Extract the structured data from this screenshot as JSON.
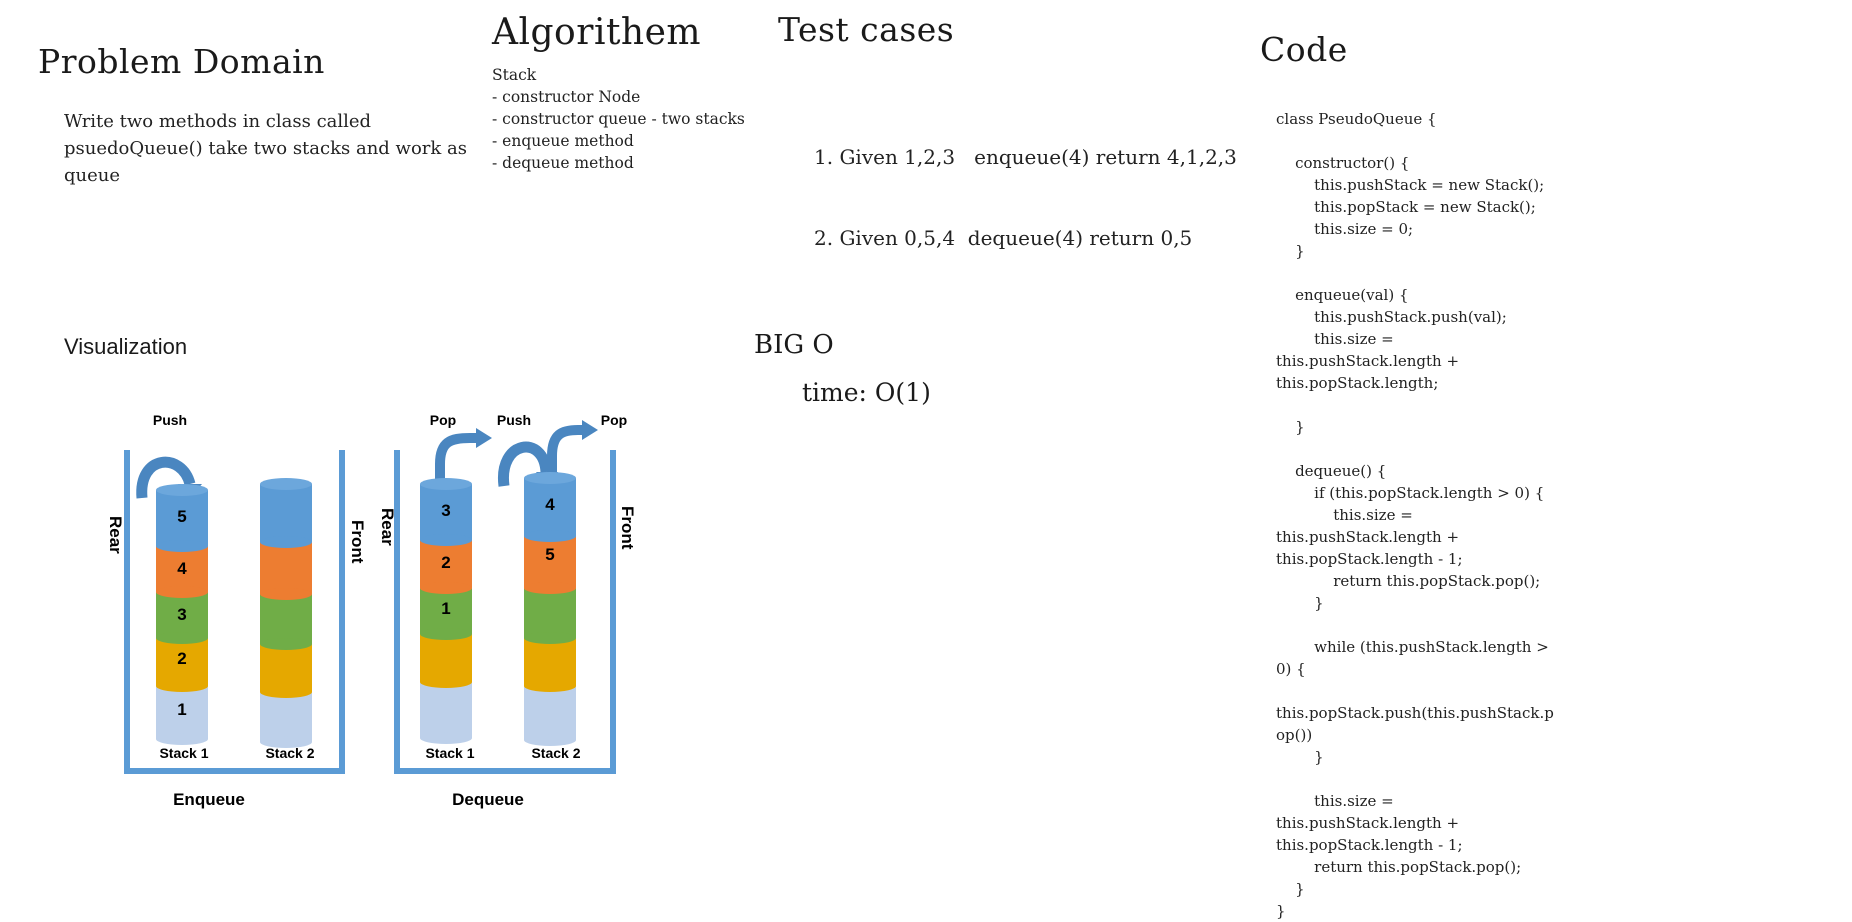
{
  "problem": {
    "title": "Problem Domain",
    "lines": [
      "Write two methods in class called",
      "psuedoQueue() take two stacks and work as",
      "queue"
    ]
  },
  "algorithm": {
    "title": "Algorithem",
    "lines": [
      "Stack",
      "- constructor Node",
      "- constructor queue - two stacks",
      "- enqueue method",
      "- dequeue method"
    ]
  },
  "tests": {
    "title": "Test cases",
    "lines": [
      "1. Given 1,2,3   enqueue(4) return 4,1,2,3",
      "2. Given 0,5,4  dequeue(4) return 0,5"
    ]
  },
  "bigo": {
    "title": "BIG O",
    "time": "time: O(1)"
  },
  "code": {
    "title": "Code",
    "lines": [
      "class PseudoQueue {",
      "",
      "    constructor() {",
      "        this.pushStack = new Stack();",
      "        this.popStack = new Stack();",
      "        this.size = 0;",
      "    }",
      "",
      "    enqueue(val) {",
      "        this.pushStack.push(val);",
      "        this.size =",
      "this.pushStack.length +",
      "this.popStack.length;",
      "",
      "    }",
      "",
      "    dequeue() {",
      "        if (this.popStack.length > 0) {",
      "            this.size =",
      "this.pushStack.length +",
      "this.popStack.length - 1;",
      "            return this.popStack.pop();",
      "        }",
      "",
      "        while (this.pushStack.length >",
      "0) {",
      "",
      "this.popStack.push(this.pushStack.p",
      "op())",
      "        }",
      "",
      "        this.size =",
      "this.pushStack.length +",
      "this.popStack.length - 1;",
      "        return this.popStack.pop();",
      "    }",
      "}"
    ]
  },
  "visualization": {
    "title": "Visualization",
    "enqueue": {
      "caption": "Enqueue",
      "rear": "Rear",
      "front": "Front",
      "push": "Push",
      "stack1": {
        "label": "Stack 1",
        "nums": [
          "5",
          "4",
          "3",
          "2",
          "1"
        ]
      },
      "stack2": {
        "label": "Stack 2"
      }
    },
    "dequeue": {
      "caption": "Dequeue",
      "rear": "Rear",
      "front": "Front",
      "pop_left": "Pop",
      "push": "Push",
      "pop_right": "Pop",
      "stack1": {
        "label": "Stack 1",
        "nums": [
          "3",
          "2",
          "1"
        ]
      },
      "stack2": {
        "label": "Stack 2",
        "nums": [
          "4",
          "5"
        ]
      }
    },
    "colors": {
      "blue": "#5b9bd5",
      "orange": "#ed7d31",
      "green": "#70ad47",
      "gold": "#e5a800",
      "light": "#bdd0ea",
      "frame": "#5b9bd5",
      "arrow": "#4a86c0"
    }
  }
}
